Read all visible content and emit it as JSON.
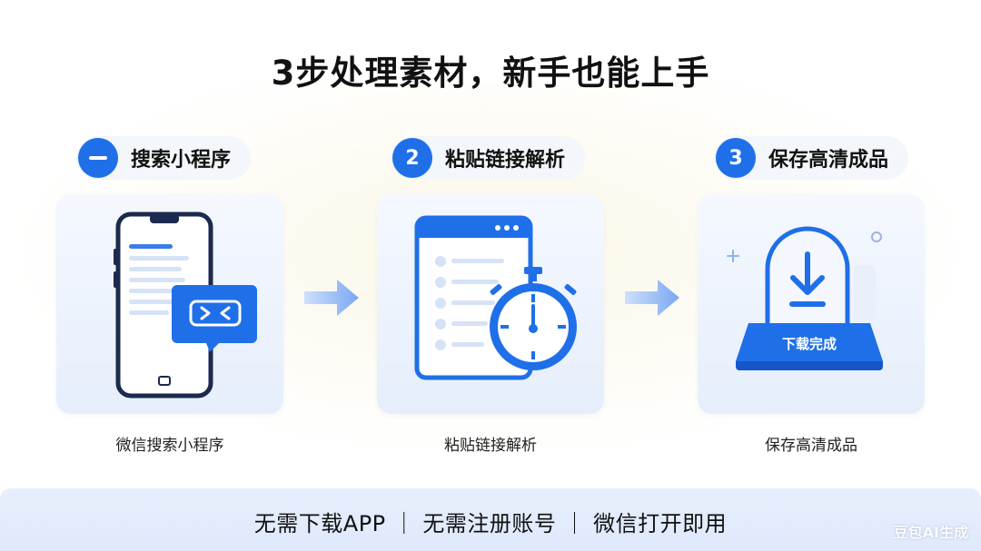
{
  "title": "3步处理素材，新手也能上手",
  "steps": [
    {
      "badge": "",
      "title": "搜索小程序",
      "caption": "微信搜索小程序"
    },
    {
      "badge": "2",
      "title": "粘贴链接解析",
      "caption": "粘贴链接解析"
    },
    {
      "badge": "3",
      "title": "保存高清成品",
      "caption": "保存高清成品"
    }
  ],
  "download_label": "下载完成",
  "banner": "无需下载APP ｜ 无需注册账号 ｜ 微信打开即用",
  "watermark": "豆包AI生成",
  "colors": {
    "accent": "#1f6fe8",
    "card_bg": "#e6eefc",
    "banner_bg": "#e3ecfc"
  },
  "icons": [
    "phone-icon",
    "chat-bubble-icon",
    "browser-window-icon",
    "stopwatch-icon",
    "download-icon",
    "arrow-right-icon"
  ]
}
